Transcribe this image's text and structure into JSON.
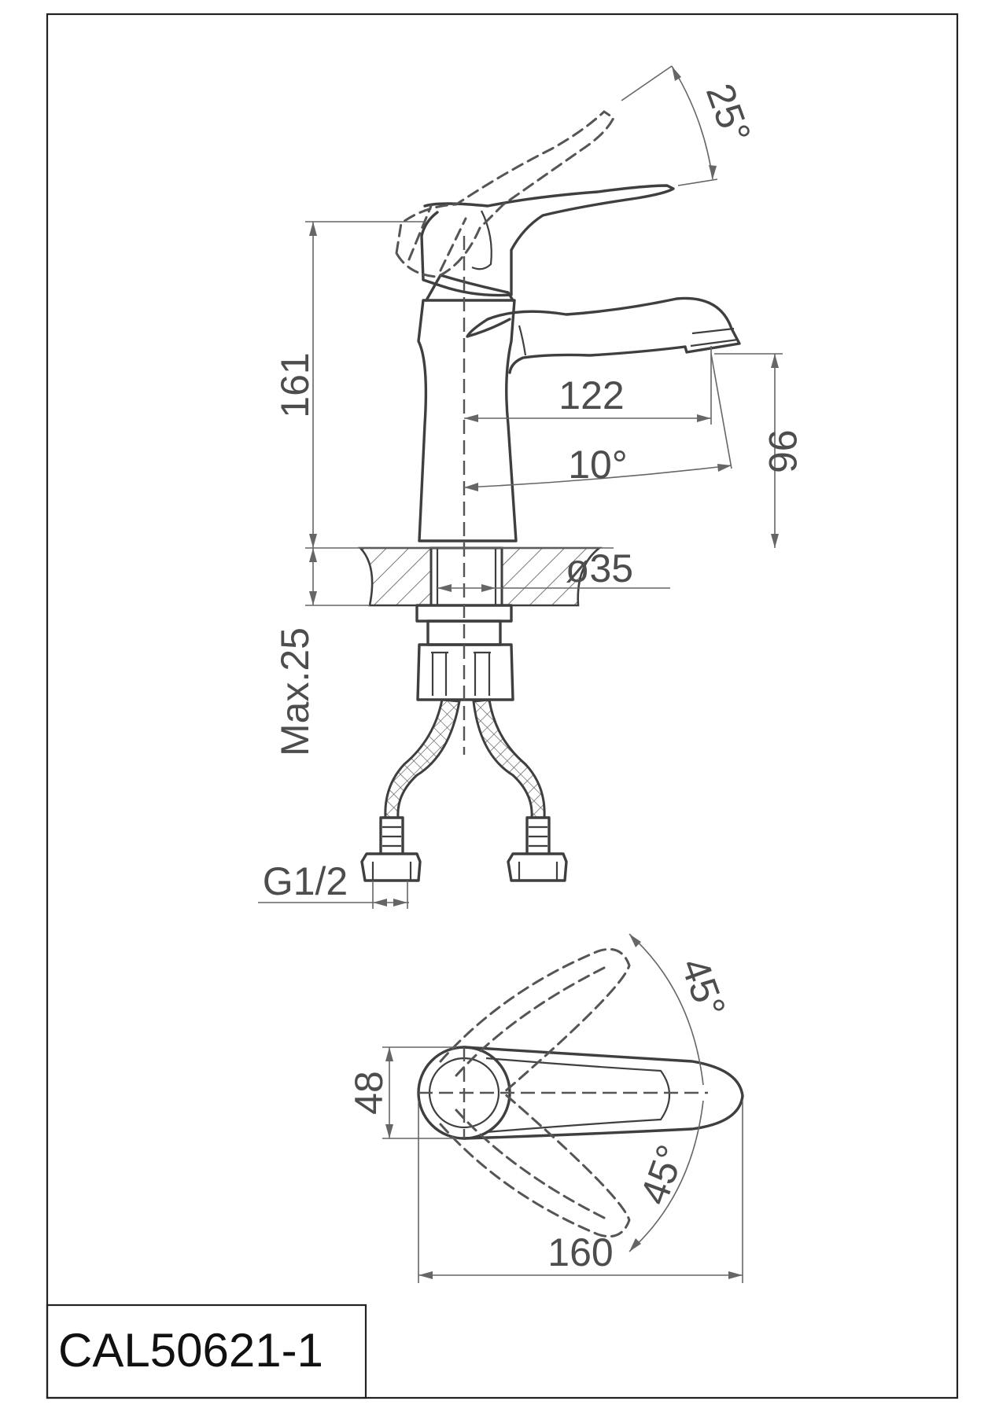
{
  "model": "CAL50621-1",
  "dimensions": {
    "handle_angle": "25°",
    "height": "161",
    "spout_reach": "122",
    "spout_angle": "10°",
    "spout_height": "96",
    "base_diameter": "ø35",
    "max_thickness": "Max.25",
    "thread": "G1/2",
    "top_left_angle": "45°",
    "top_right_angle": "45°",
    "top_width": "48",
    "top_length": "160"
  }
}
